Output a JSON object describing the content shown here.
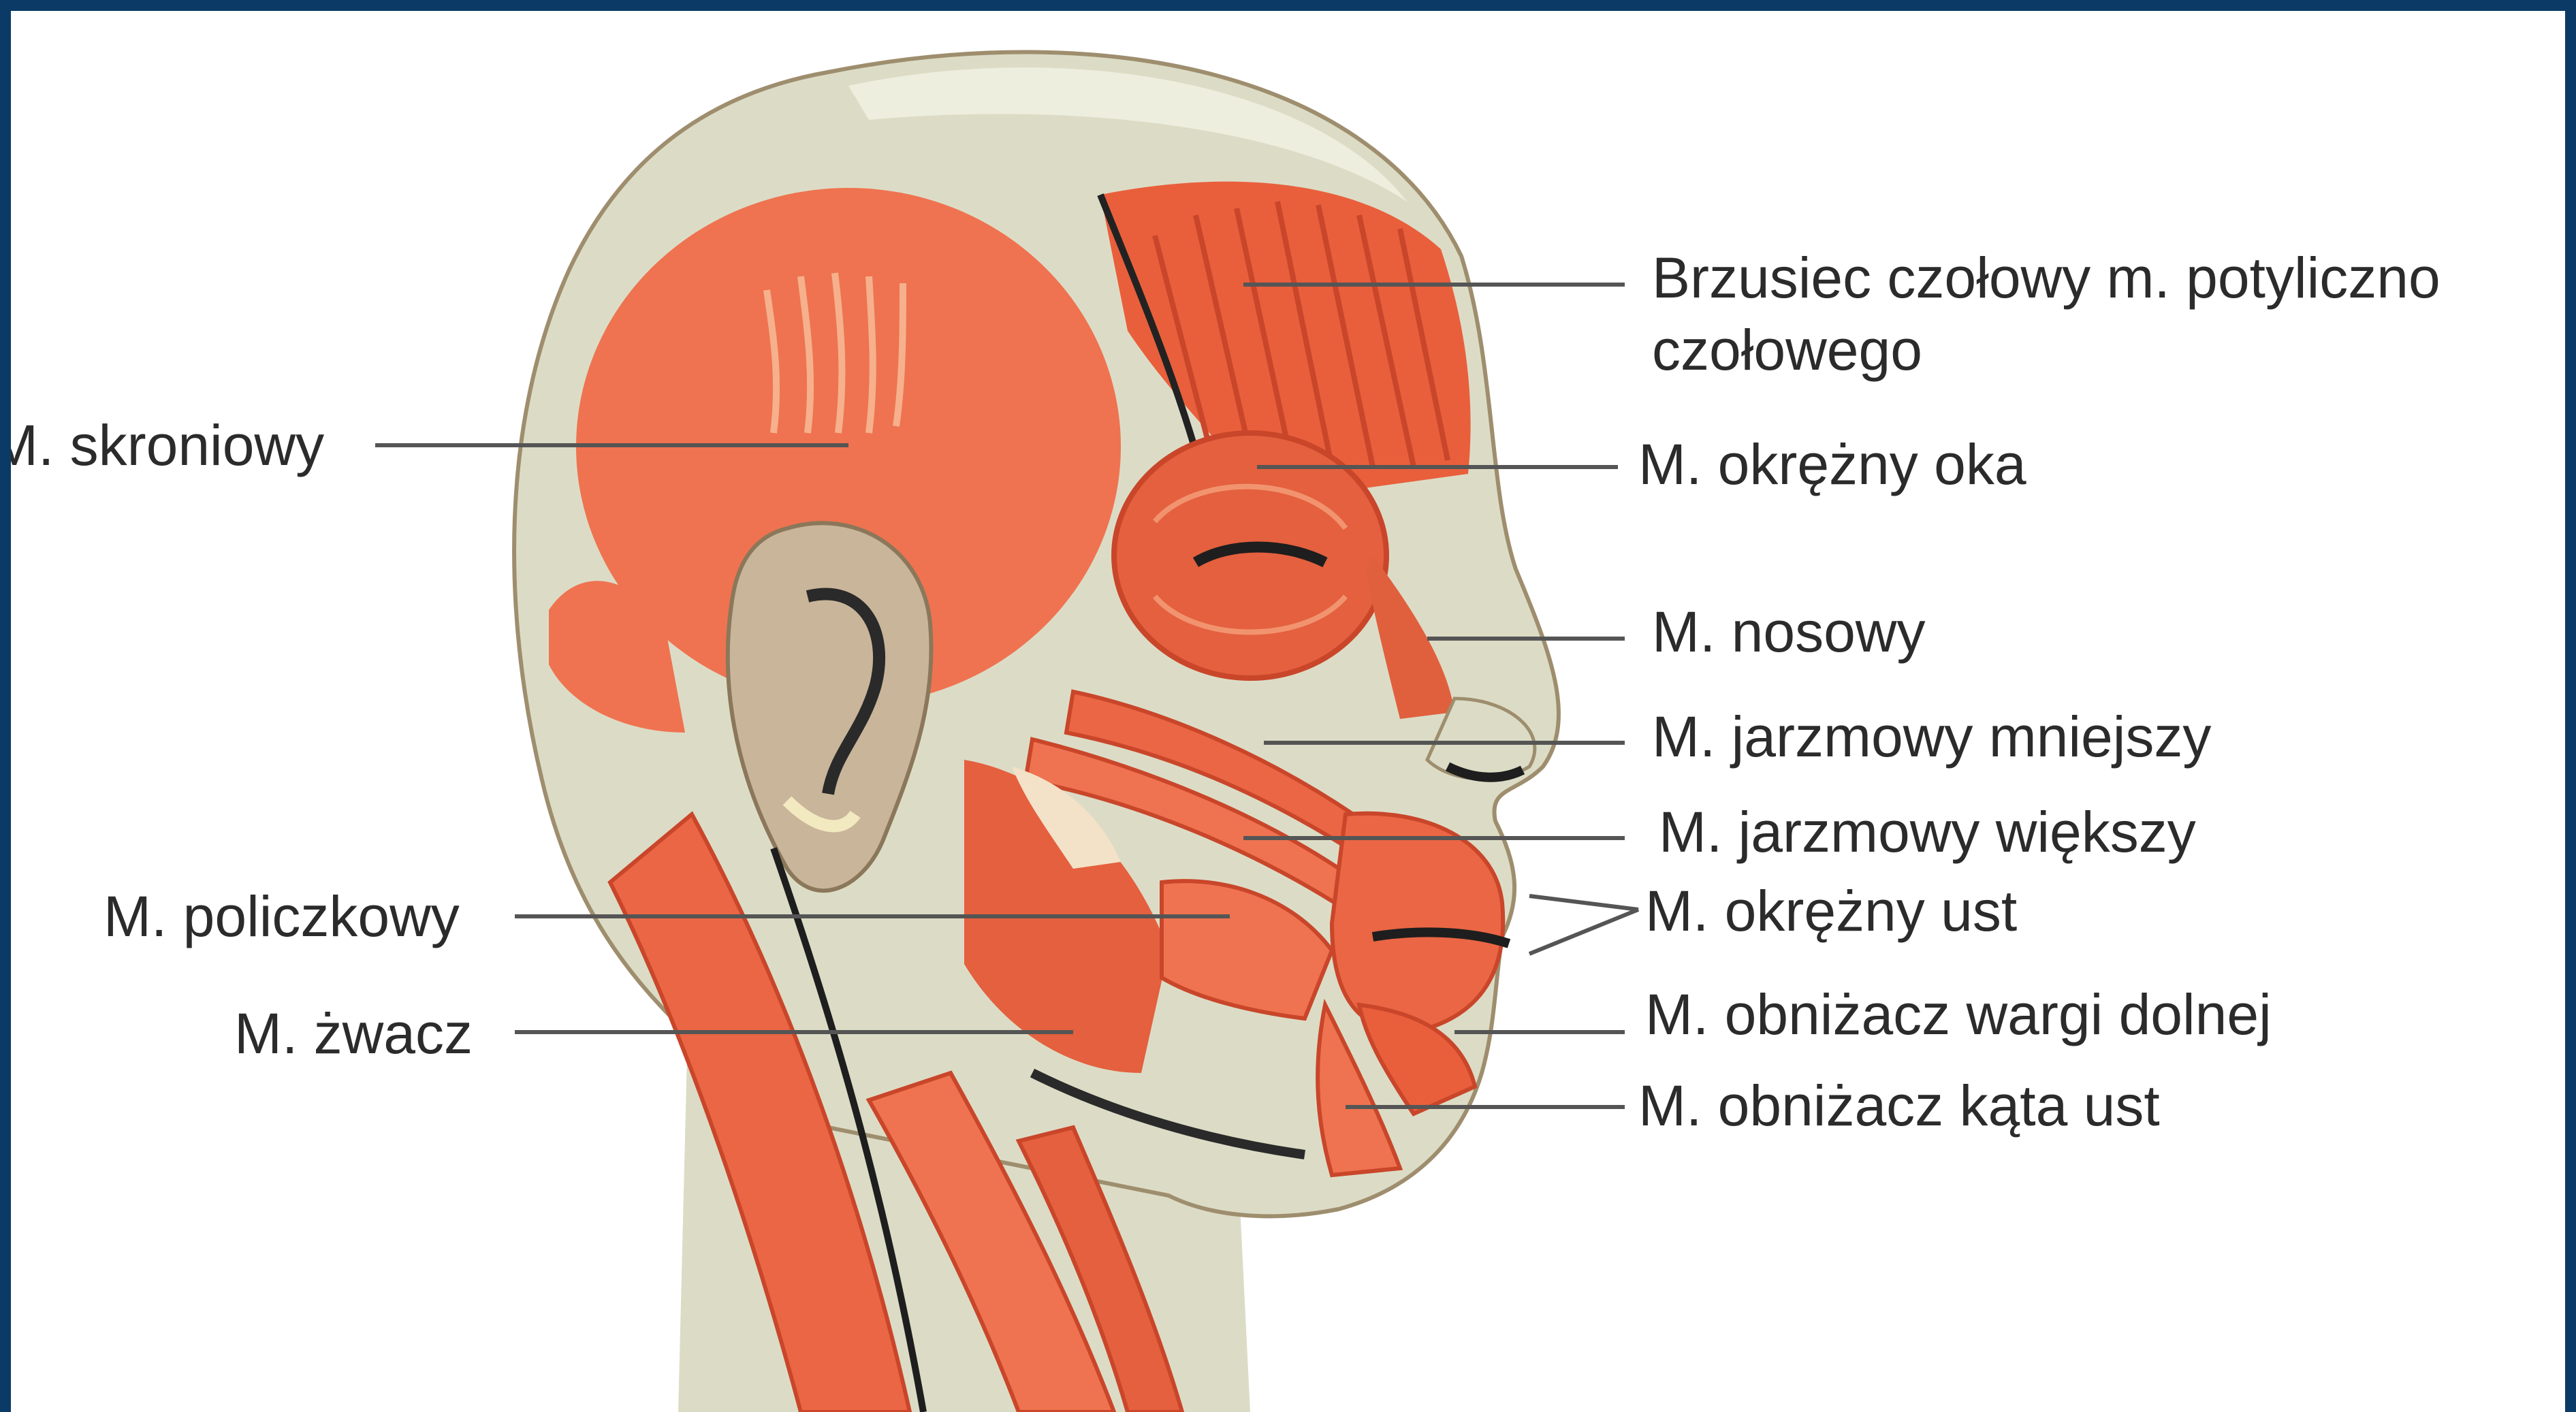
{
  "labels": {
    "frontal_belly": "Brzusiec czołowy m. potyliczno",
    "frontal_belly_line2": "czołowego",
    "orbicularis_oculi": "M. okrężny oka",
    "nasalis": "M. nosowy",
    "zygomaticus_minor": "M. jarzmowy mniejszy",
    "zygomaticus_major": "M. jarzmowy większy",
    "orbicularis_oris": "M. okrężny ust",
    "depressor_labii": "M. obniżacz wargi dolnej",
    "depressor_anguli": "M. obniżacz kąta ust",
    "temporalis": "M. skroniowy",
    "buccinator": "M. policzkowy",
    "masseter": "M. żwacz"
  },
  "colors": {
    "frame": "#0b3a66",
    "background": "#ffffff",
    "skin": "#dcdcc6",
    "skin_shadow": "#c4c3ab",
    "muscle": "#ec6a45",
    "muscle_dark": "#c9462a",
    "muscle_light": "#f7a882",
    "tendon": "#f3e2c8",
    "ear": "#c9b59a",
    "leader_line": "#555555"
  }
}
